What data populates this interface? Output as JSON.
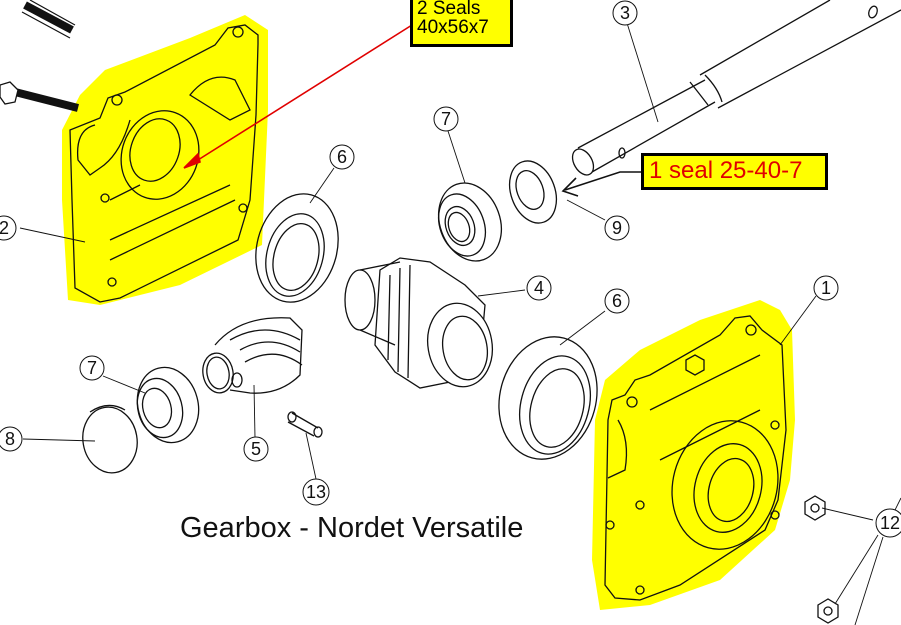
{
  "diagram": {
    "title": "Gearbox - Nordet Versatile",
    "highlight_color": "#ffff00",
    "annotation_color": "#e00000",
    "callouts": [
      {
        "id": "seal-top",
        "lines": [
          "2 Seals",
          "40x56x7"
        ],
        "text_color": "#000000"
      },
      {
        "id": "seal-right",
        "text": "1 seal 25-40-7",
        "text_color": "#e00000"
      }
    ],
    "part_labels": [
      {
        "number": "1",
        "part": "gearbox housing (highlighted)"
      },
      {
        "number": "2",
        "part": "gearbox cover (highlighted)"
      },
      {
        "number": "3",
        "part": "shaft"
      },
      {
        "number": "4",
        "part": "gear"
      },
      {
        "number": "5",
        "part": "bellows coupling"
      },
      {
        "number": "6",
        "part": "bearing (upper left)"
      },
      {
        "number": "6",
        "part": "bearing (lower right)"
      },
      {
        "number": "7",
        "part": "bearing (upper)"
      },
      {
        "number": "7",
        "part": "bearing (lower left)"
      },
      {
        "number": "8",
        "part": "end cap"
      },
      {
        "number": "9",
        "part": "seal ring"
      },
      {
        "number": "12",
        "part": "nuts"
      },
      {
        "number": "13",
        "part": "pin"
      }
    ]
  }
}
